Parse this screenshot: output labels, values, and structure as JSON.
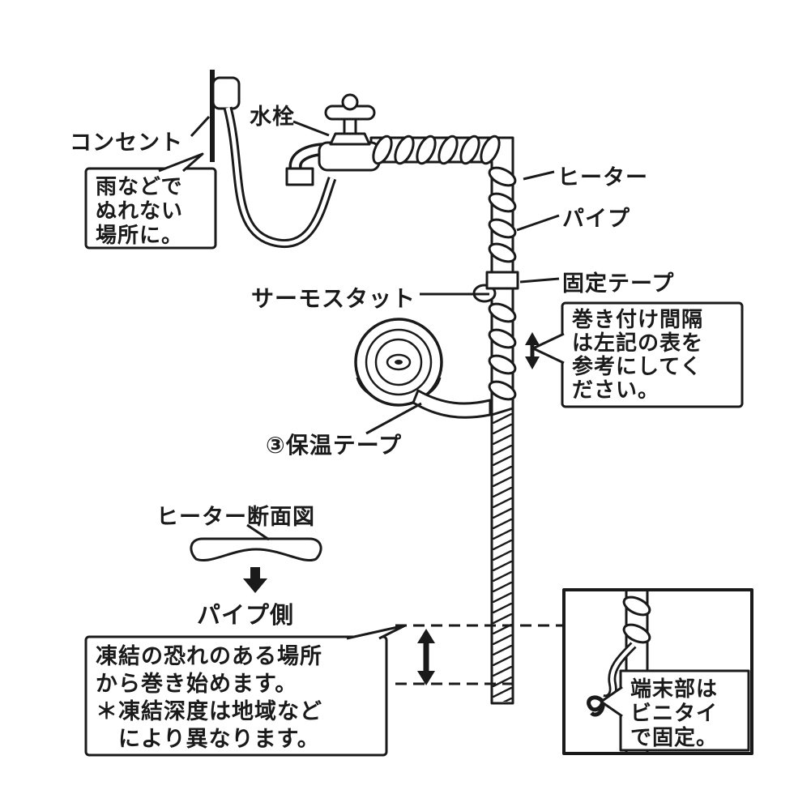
{
  "colors": {
    "ink": "#1a1a1a",
    "bg": "#ffffff"
  },
  "labels": {
    "outlet": "コンセント",
    "faucet": "水栓",
    "heater": "ヒーター",
    "pipe": "パイプ",
    "fixing_tape": "固定テープ",
    "thermostat": "サーモスタット",
    "insulation_tape": "③保温テープ",
    "cross_section_title": "ヒーター断面図",
    "pipe_side": "パイプ側"
  },
  "callouts": {
    "rain": {
      "lines": [
        "雨などで",
        "ぬれない",
        "場所に。"
      ]
    },
    "interval": {
      "lines": [
        "巻き付け間隔",
        "は左記の表を",
        "参考にしてく",
        "ださい。"
      ]
    },
    "freeze": {
      "lines": [
        "凍結の恐れのある場所",
        "から巻き始めます。",
        "＊凍結深度は地域など",
        "　により異なります。"
      ]
    },
    "terminal": {
      "lines": [
        "端末部は",
        "ビニタイ",
        "で固定。"
      ]
    }
  }
}
